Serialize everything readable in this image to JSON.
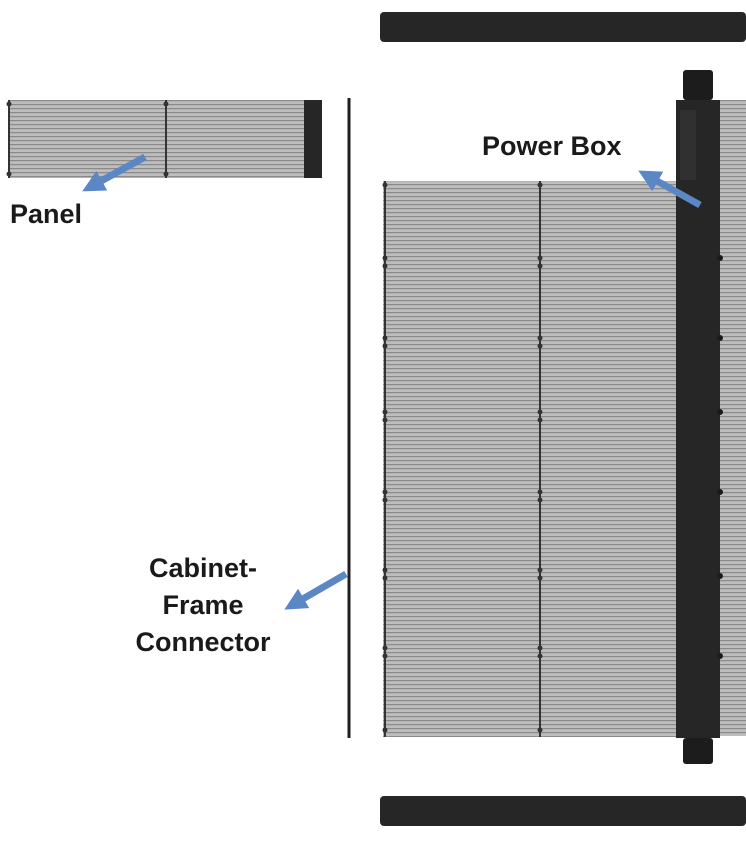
{
  "labels": {
    "panel": "Panel",
    "power_box": "Power Box",
    "cabinet_frame_connector": [
      "Cabinet-",
      "Frame",
      "Connector"
    ]
  },
  "colors": {
    "arrow": "#5b87c5",
    "panel_fill": "#b9b9b9",
    "panel_stripe": "#8c8c8c",
    "frame_dark": "#262626",
    "text": "#1a1a1a"
  }
}
